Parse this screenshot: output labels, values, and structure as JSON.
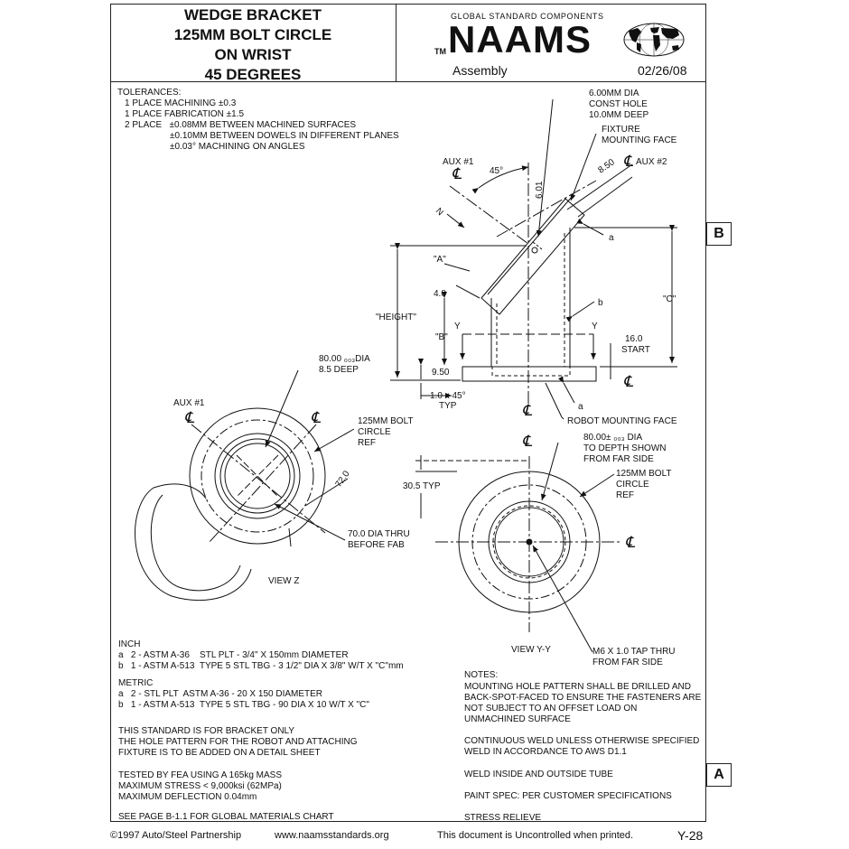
{
  "header": {
    "title_lines": [
      "WEDGE BRACKET",
      "125MM BOLT CIRCLE",
      "ON WRIST",
      "45 DEGREES"
    ],
    "brand_tagline": "GLOBAL STANDARD COMPONENTS",
    "trademark": "TM",
    "brand": "NAAMS",
    "doc_type": "Assembly",
    "date": "02/26/08",
    "globe_icon": "world-map-icon"
  },
  "tolerances": {
    "heading": "TOLERANCES:",
    "lines": [
      "1 PLACE MACHINING ±0.3",
      "1 PLACE FABRICATION ±1.5",
      "2 PLACE   ±0.08MM BETWEEN MACHINED SURFACES",
      "±0.10MM BETWEEN DOWELS IN DIFFERENT PLANES",
      "±0.03° MACHINING ON ANGLES"
    ]
  },
  "side_view": {
    "hole_callout": [
      "6.00MM DIA",
      "CONST HOLE",
      "10.0MM DEEP"
    ],
    "fixture_face": [
      "FIXTURE",
      "MOUNTING FACE"
    ],
    "aux1": "AUX #1",
    "aux2": "AUX #2",
    "angle": "45°",
    "dim_601": "6.01",
    "dim_850": "8.50",
    "n_label": "N",
    "label_a_top": "a",
    "label_A": "\"A\"",
    "dim_40": "4.0",
    "label_b": "b",
    "label_C": "\"C\"",
    "label_height": "\"HEIGHT\"",
    "label_y_left": "Y",
    "label_y_right": "Y",
    "label_B": "\"B\"",
    "start_dim": [
      "16.0",
      "START"
    ],
    "dim_950": "9.50",
    "chamfer": [
      "1.0 x 45°",
      "TYP"
    ],
    "label_a_bottom": "a",
    "robot_face": "ROBOT MOUNTING FACE",
    "centerline": "℄"
  },
  "view_z": {
    "aux1": "AUX #1",
    "bore_callout": [
      "80.00 ₀₀₃DIA",
      "8.5 DEEP"
    ],
    "bolt_circle": [
      "125MM BOLT",
      "CIRCLE",
      "REF"
    ],
    "dim_720": "72.0",
    "thru": [
      "70.0 DIA THRU",
      "BEFORE FAB"
    ],
    "caption": "VIEW Z",
    "centerline": "℄"
  },
  "view_yy": {
    "bore_callout": [
      "80.00± ₀₀₃ DIA",
      "TO DEPTH SHOWN",
      "FROM FAR SIDE"
    ],
    "dim_305": "30.5 TYP",
    "bolt_circle": [
      "125MM BOLT",
      "CIRCLE",
      "REF"
    ],
    "tap": [
      "M6 X 1.0 TAP THRU",
      "FROM FAR SIDE"
    ],
    "caption": "VIEW Y-Y",
    "centerline": "℄"
  },
  "materials": {
    "inch_heading": "INCH",
    "inch_lines": [
      "a   2 - ASTM A-36    STL PLT - 3/4\" X 150mm DIAMETER",
      "b   1 - ASTM A-513  TYPE 5 STL TBG - 3 1/2\" DIA X 3/8\" W/T X \"C\"mm"
    ],
    "metric_heading": "METRIC",
    "metric_lines": [
      "a   2 - STL PLT  ASTM A-36 - 20 X 150 DIAMETER",
      "b   1 - ASTM A-513  TYPE 5 STL TBG - 90 DIA X 10 W/T X \"C\""
    ],
    "standard_lines": [
      "THIS STANDARD IS FOR BRACKET ONLY",
      "THE HOLE PATTERN FOR THE ROBOT AND ATTACHING",
      "FIXTURE IS TO BE ADDED ON A DETAIL SHEET"
    ],
    "fea_lines": [
      "TESTED BY FEA USING A 165kg MASS",
      "MAXIMUM STRESS < 9,000ksi (62MPa)",
      "MAXIMUM DEFLECTION 0.04mm"
    ],
    "see_page": "SEE PAGE B-1.1 FOR GLOBAL MATERIALS CHART"
  },
  "notes": {
    "heading": "NOTES:",
    "mounting": [
      "MOUNTING HOLE PATTERN SHALL BE DRILLED AND",
      "BACK-SPOT-FACED TO ENSURE THE FASTENERS ARE",
      "NOT SUBJECT TO AN OFFSET LOAD ON",
      "UNMACHINED SURFACE"
    ],
    "weld": [
      "CONTINUOUS WELD UNLESS OTHERWISE SPECIFIED",
      "WELD IN ACCORDANCE TO AWS D1.1"
    ],
    "weld_inside": "WELD INSIDE AND OUTSIDE TUBE",
    "paint": "PAINT SPEC: PER CUSTOMER SPECIFICATIONS",
    "stress": "STRESS RELIEVE"
  },
  "zones": {
    "b": "B",
    "a": "A"
  },
  "footer": {
    "copyright": "©1997 Auto/Steel Partnership",
    "website": "www.naamsstandards.org",
    "uncontrolled": "This document is Uncontrolled when printed.",
    "page": "Y-28"
  }
}
